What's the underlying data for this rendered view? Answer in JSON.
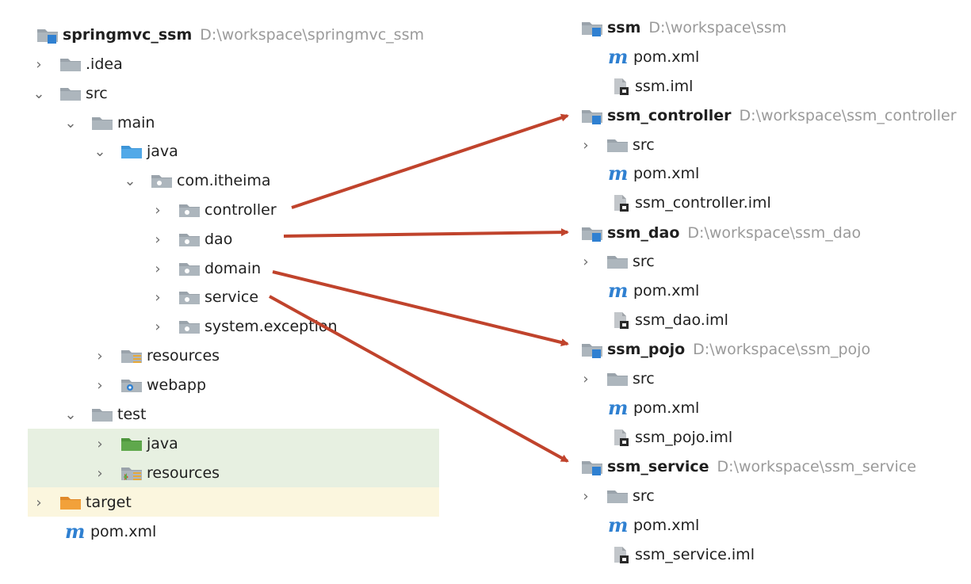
{
  "left_tree": {
    "root": {
      "name": "springmvc_ssm",
      "path": "D:\\workspace\\springmvc_ssm"
    },
    "idea": ".idea",
    "src": "src",
    "main": "main",
    "java": "java",
    "package": "com.itheima",
    "controller": "controller",
    "dao": "dao",
    "domain": "domain",
    "service": "service",
    "system_exception": "system.exception",
    "resources": "resources",
    "webapp": "webapp",
    "test": "test",
    "test_java": "java",
    "test_resources": "resources",
    "target": "target",
    "pom": "pom.xml"
  },
  "right_tree": {
    "ssm": {
      "name": "ssm",
      "path": "D:\\workspace\\ssm",
      "pom": "pom.xml",
      "iml": "ssm.iml"
    },
    "ssm_controller": {
      "name": "ssm_controller",
      "path": "D:\\workspace\\ssm_controller",
      "src": "src",
      "pom": "pom.xml",
      "iml": "ssm_controller.iml"
    },
    "ssm_dao": {
      "name": "ssm_dao",
      "path": "D:\\workspace\\ssm_dao",
      "src": "src",
      "pom": "pom.xml",
      "iml": "ssm_dao.iml"
    },
    "ssm_pojo": {
      "name": "ssm_pojo",
      "path": "D:\\workspace\\ssm_pojo",
      "src": "src",
      "pom": "pom.xml",
      "iml": "ssm_pojo.iml"
    },
    "ssm_service": {
      "name": "ssm_service",
      "path": "D:\\workspace\\ssm_service",
      "src": "src",
      "pom": "pom.xml",
      "iml": "ssm_service.iml"
    }
  },
  "colors": {
    "arrow": "#c0432c",
    "test_highlight": "#e7f0e1",
    "target_highlight": "#fbf6de",
    "folder_gray": "#9aa3ab",
    "folder_blue": "#52a9e8",
    "folder_green": "#5fa84c",
    "folder_orange": "#f2a13a",
    "maven_blue": "#2f80d1",
    "path_gray": "#9a9a9a"
  },
  "icons": {
    "module": "module-folder-icon",
    "folder": "folder-icon",
    "package": "package-icon",
    "source_root": "source-root-icon",
    "resources_root": "resources-root-icon",
    "web": "web-folder-icon",
    "test_source_root": "test-source-root-icon",
    "excluded": "excluded-folder-icon",
    "maven": "maven-pom-icon",
    "iml": "iml-file-icon"
  }
}
